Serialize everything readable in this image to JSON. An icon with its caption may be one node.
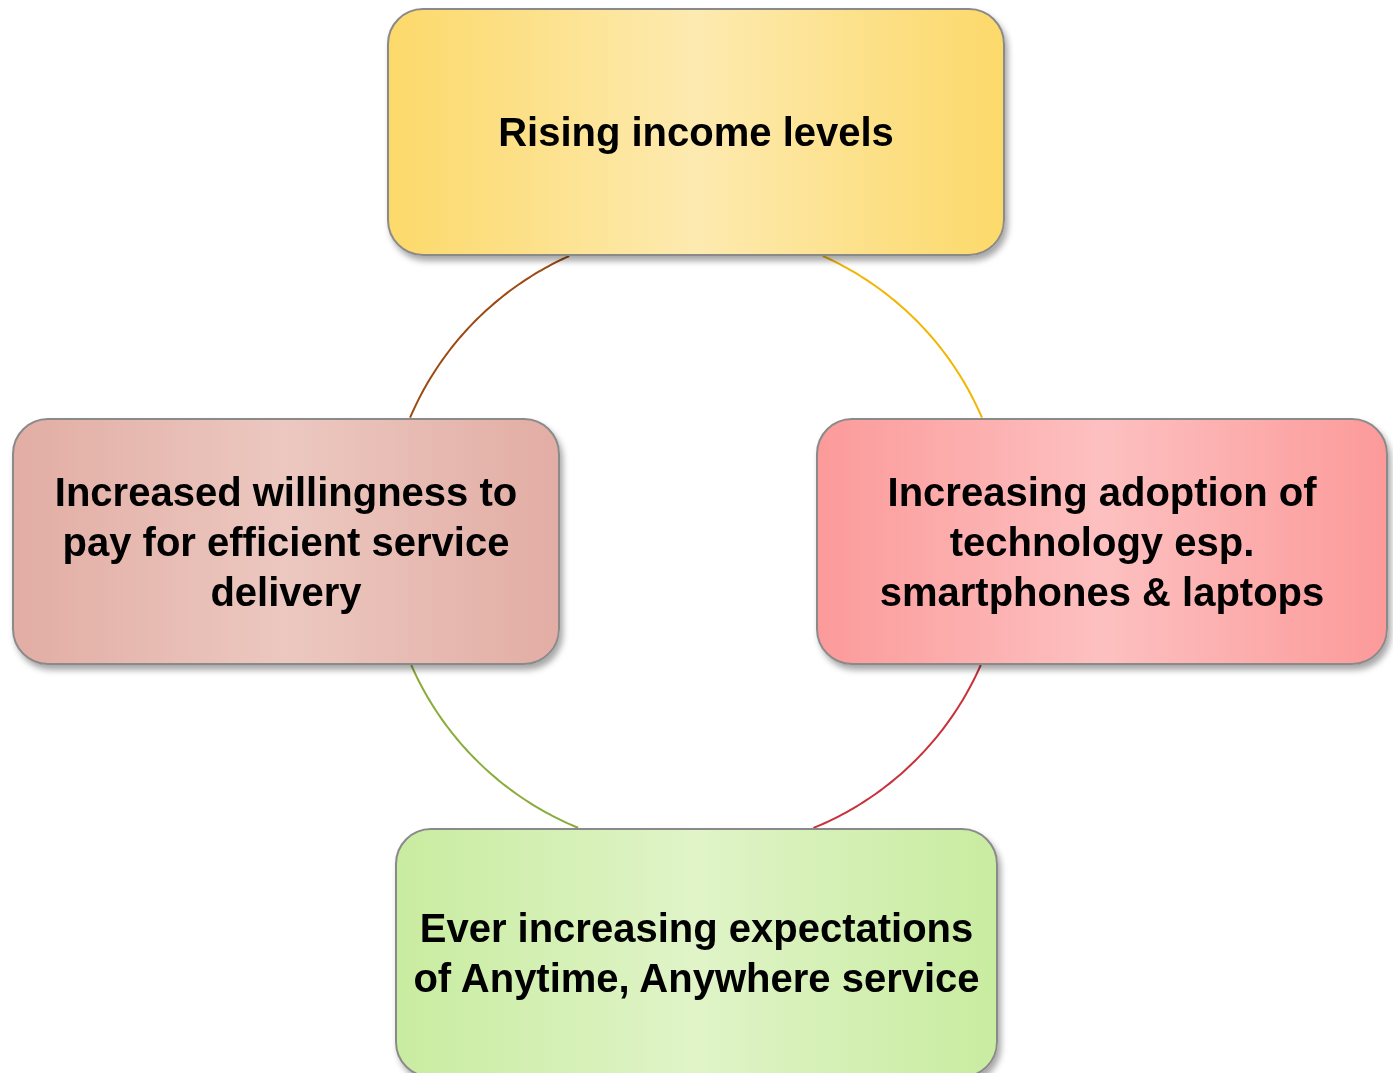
{
  "diagram": {
    "nodes": [
      {
        "text": [
          "Rising income levels"
        ]
      },
      {
        "text": [
          "Increasing adoption of technology esp. smartphones & laptops"
        ]
      },
      {
        "text": [
          "Ever increasing expectations of Anytime, Anywhere service"
        ]
      },
      {
        "text": [
          "Increased willingness to pay for efficient service delivery"
        ]
      }
    ],
    "edges": [
      {
        "from": 0,
        "to": 1,
        "arrow": "none",
        "color": "#f2b600"
      },
      {
        "from": 1,
        "to": 2,
        "arrow": "none",
        "color": "#c8323c"
      },
      {
        "from": 2,
        "to": 3,
        "arrow": "none",
        "color": "#8bab3c"
      },
      {
        "from": 3,
        "to": 0,
        "arrow": "none",
        "color": "#9c4a12"
      }
    ]
  }
}
